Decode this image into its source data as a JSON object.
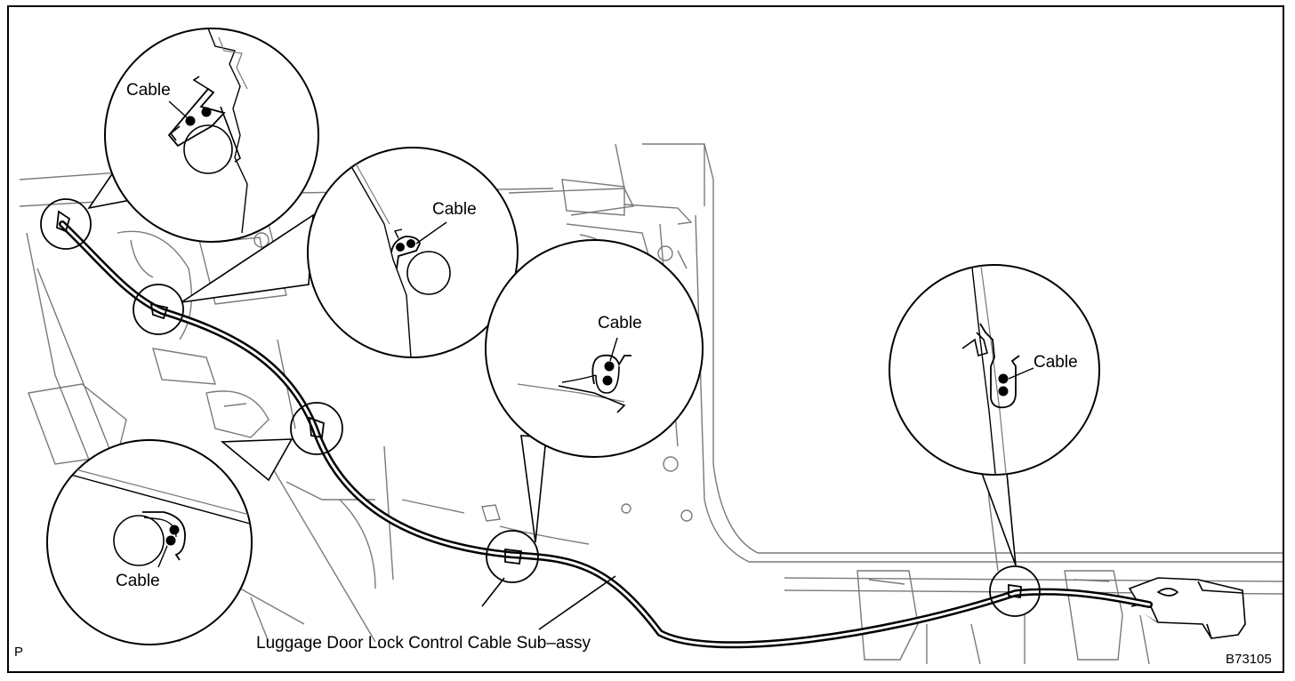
{
  "diagram": {
    "part_label": "Luggage Door Lock Control Cable Sub–assy",
    "callouts": [
      {
        "id": "top-left",
        "label": "Cable"
      },
      {
        "id": "upper-mid",
        "label": "Cable"
      },
      {
        "id": "center",
        "label": "Cable"
      },
      {
        "id": "lower-left",
        "label": "Cable"
      },
      {
        "id": "right",
        "label": "Cable"
      }
    ],
    "corner_code": "P",
    "figure_id": "B73105"
  },
  "colors": {
    "ink": "#000000",
    "paper": "#ffffff",
    "structure": "#7a7a7a"
  }
}
